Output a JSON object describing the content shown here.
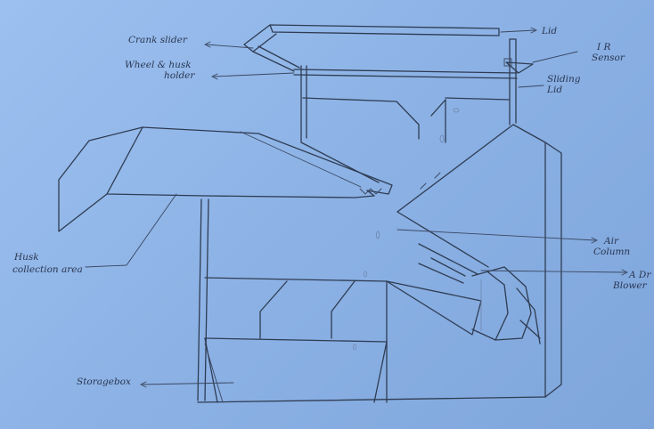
{
  "labels": {
    "lid": "Lid",
    "ir_sensor_1": "I R",
    "ir_sensor_2": "Sensor",
    "sliding_lid_1": "Sliding",
    "sliding_lid_2": "Lid",
    "crank_slider": "Crank slider",
    "wheel_husk_1": "Wheel & husk",
    "wheel_husk_2": "holder",
    "husk_1": "Husk",
    "husk_2": "collection area",
    "air_column_1": "Air",
    "air_column_2": "Column",
    "air_blower_1": "A Dr",
    "air_blower_2": "Blower",
    "storage_box": "Storagebox"
  },
  "colors": {
    "paper": "#8fb4e8",
    "pencil": "#2f3c52"
  }
}
